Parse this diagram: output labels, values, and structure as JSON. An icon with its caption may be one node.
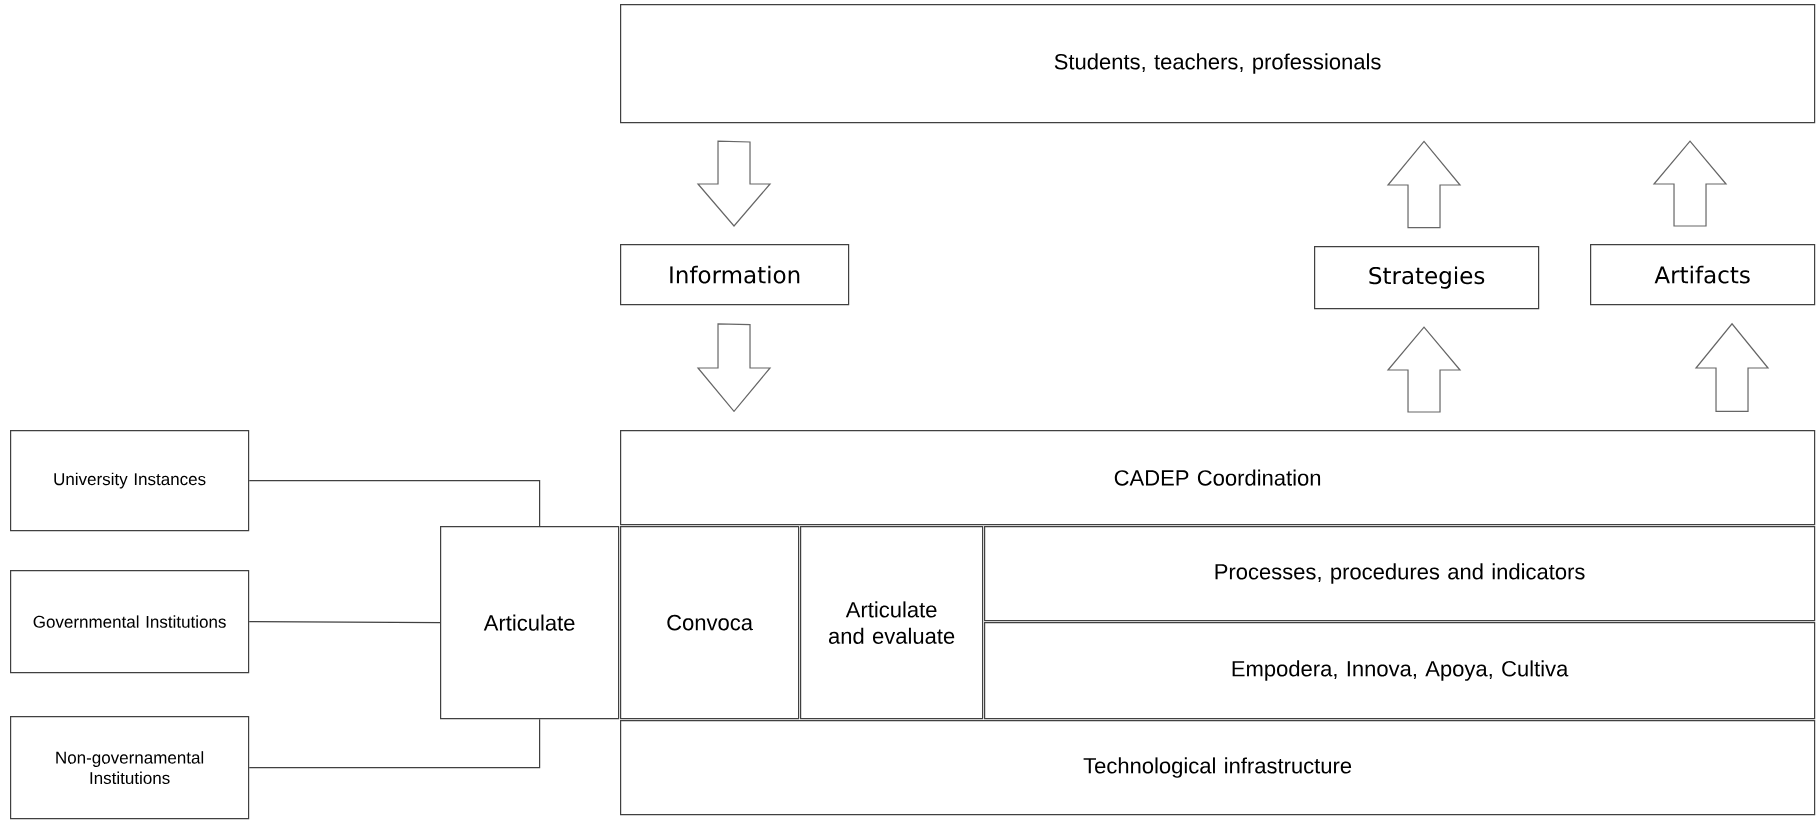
{
  "diagram": {
    "nodes": [
      {
        "text": [
          "Students, teachers, professionals"
        ]
      },
      {
        "text": [
          "Information"
        ]
      },
      {
        "text": [
          "Strategies"
        ]
      },
      {
        "text": [
          "Artifacts"
        ]
      },
      {
        "text": [
          "CADEP Coordination"
        ]
      },
      {
        "text": [
          "University Instances"
        ]
      },
      {
        "text": [
          "Governmental Institutions"
        ]
      },
      {
        "text": [
          "Non-governamental Institutions"
        ]
      },
      {
        "text": [
          "Articulate"
        ]
      },
      {
        "text": [
          "Convoca"
        ]
      },
      {
        "text": [
          "Articulate and evaluate"
        ]
      },
      {
        "text": [
          "Processes, procedures and indicators"
        ]
      },
      {
        "text": [
          "Empodera, Innova, Apoya, Cultiva"
        ]
      },
      {
        "text": [
          "Technological infrastructure"
        ]
      }
    ],
    "edges": [
      {
        "from": 0,
        "to": 1,
        "arrow": "to"
      },
      {
        "from": 1,
        "to": 4,
        "arrow": "to"
      },
      {
        "from": 4,
        "to": 2,
        "arrow": "to"
      },
      {
        "from": 2,
        "to": 0,
        "arrow": "to"
      },
      {
        "from": 4,
        "to": 3,
        "arrow": "to"
      },
      {
        "from": 3,
        "to": 0,
        "arrow": "to"
      },
      {
        "from": 5,
        "to": 8,
        "arrow": "none"
      },
      {
        "from": 6,
        "to": 8,
        "arrow": "none"
      },
      {
        "from": 7,
        "to": 8,
        "arrow": "none"
      }
    ]
  }
}
